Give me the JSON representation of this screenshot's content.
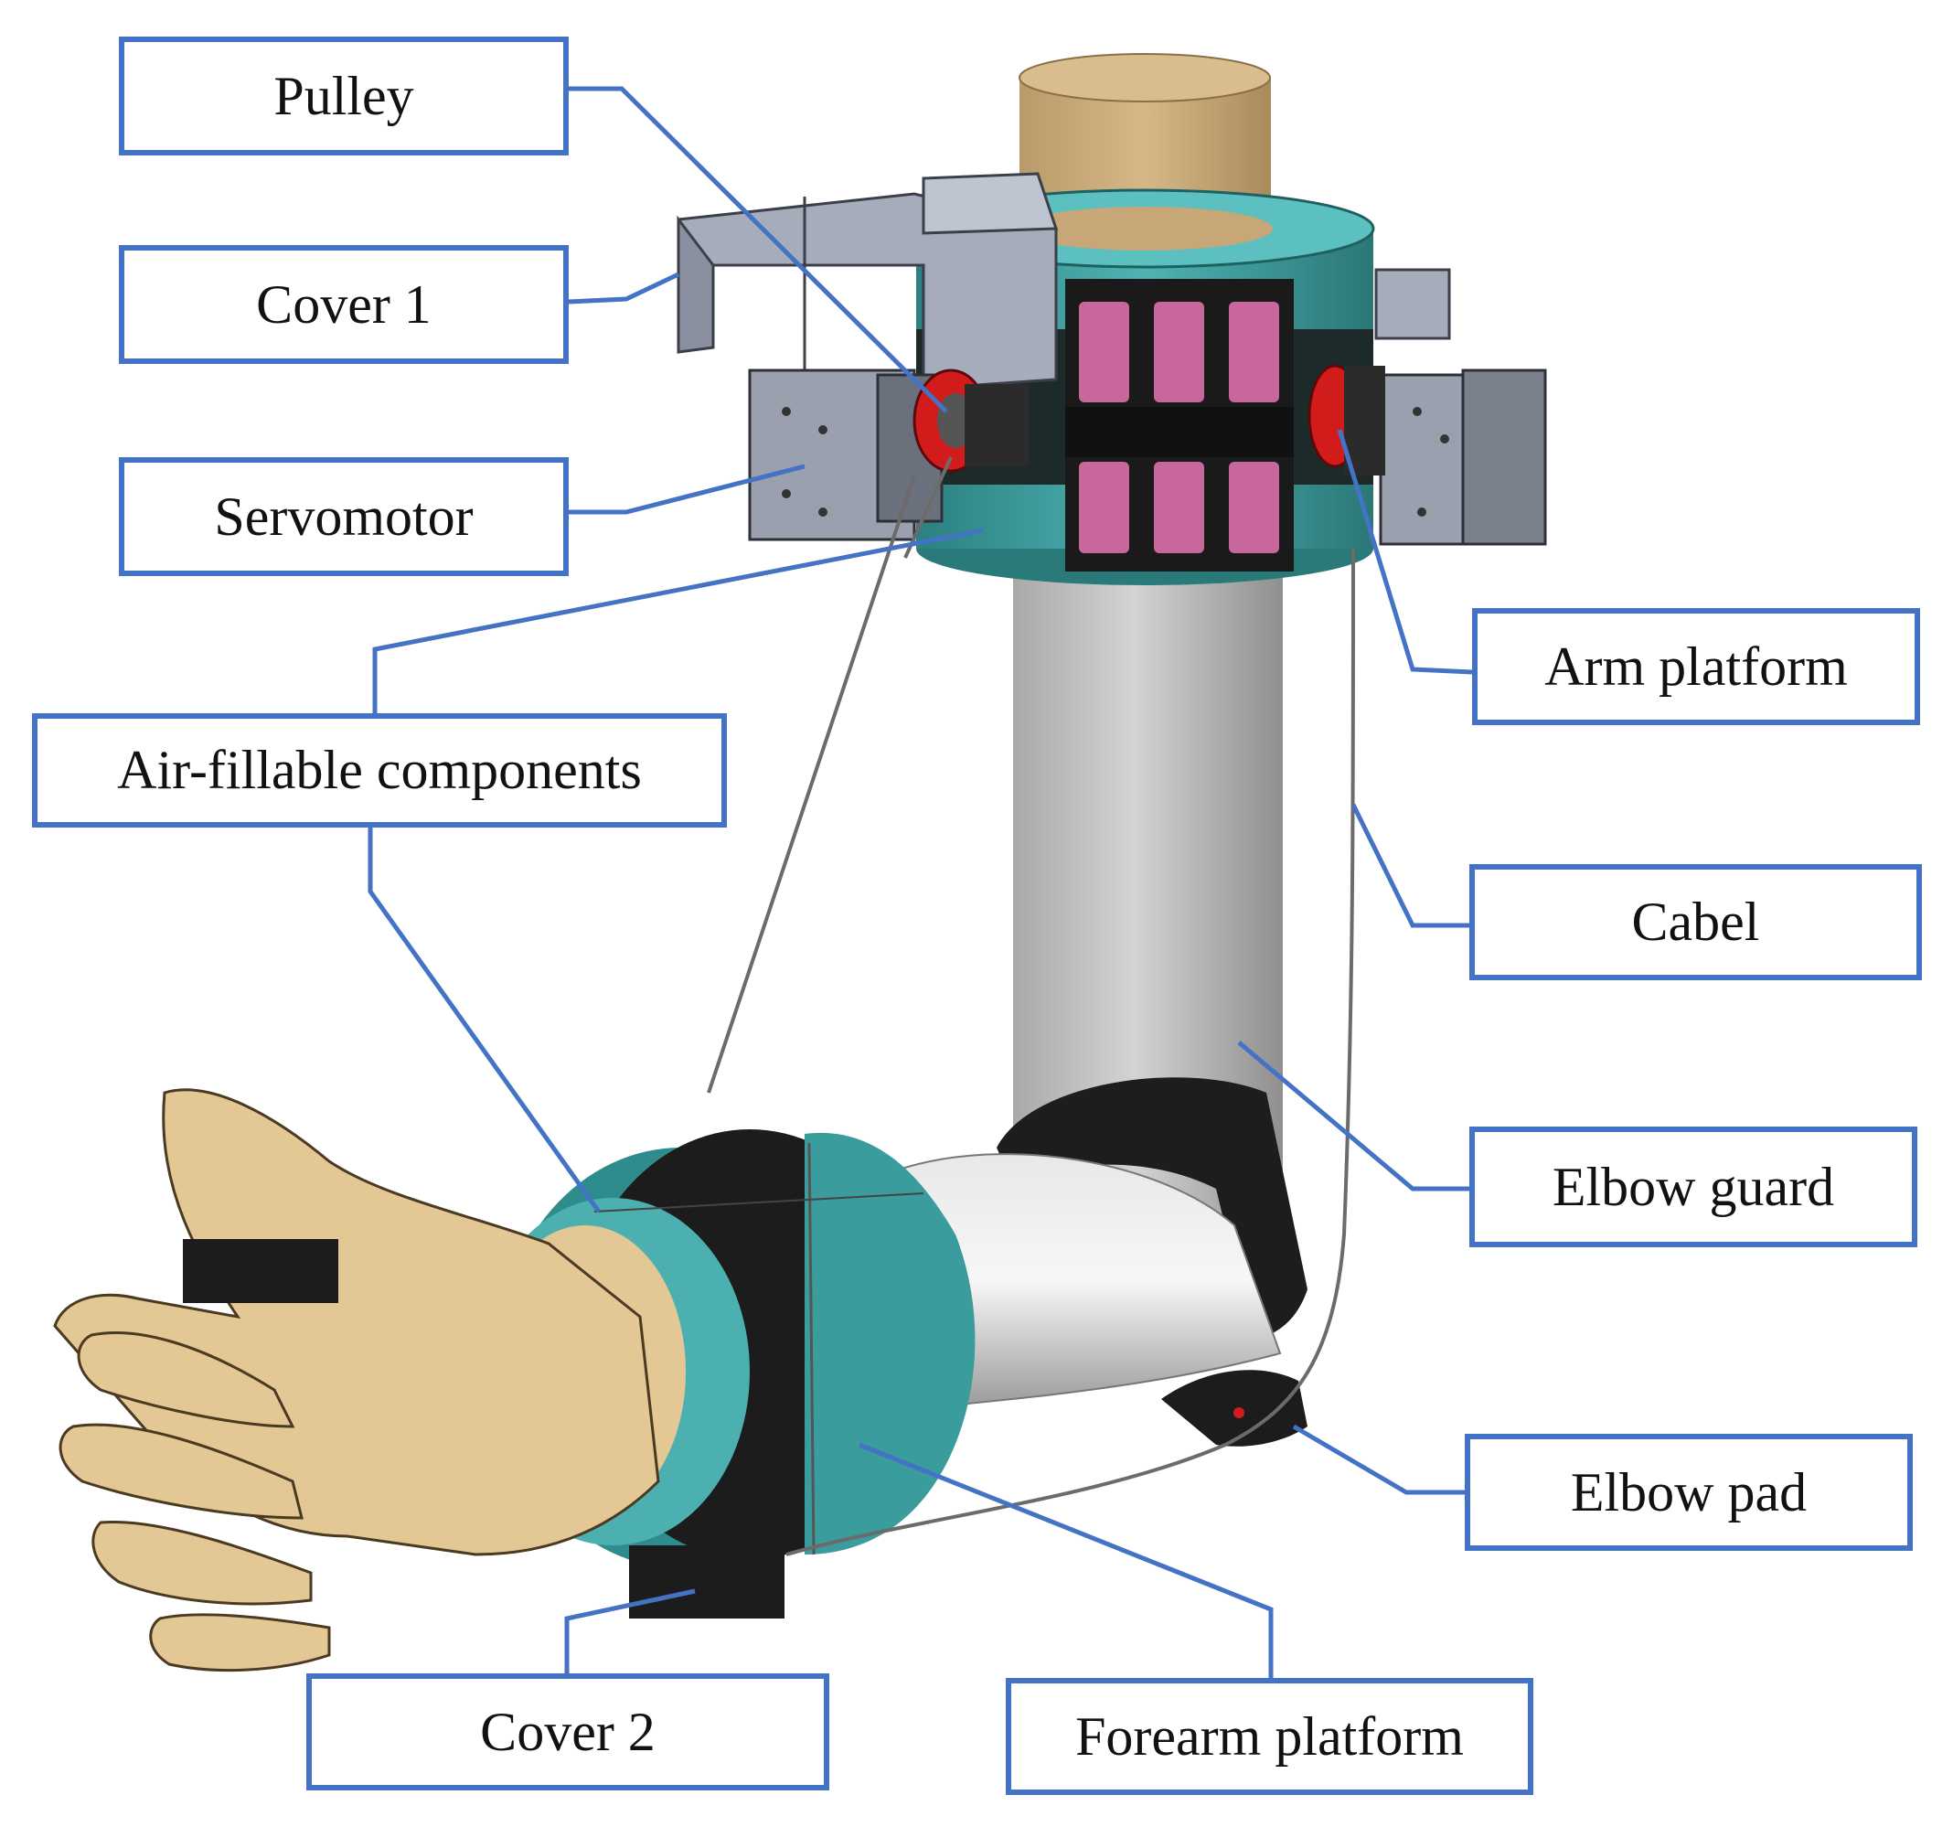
{
  "labels": {
    "pulley": "Pulley",
    "cover1": "Cover 1",
    "servomotor": "Servomotor",
    "air_fillable": "Air-fillable components",
    "arm_platform": "Arm platform",
    "cabel": "Cabel",
    "elbow_guard": "Elbow guard",
    "elbow_pad": "Elbow pad",
    "cover2": "Cover 2",
    "forearm_platform": "Forearm platform"
  },
  "colors": {
    "callout": "#4472C4",
    "teal": "#3a9c9c",
    "skin": "#e3c795",
    "black_parts": "#1c1c1c",
    "servo_grey": "#9aa0ad",
    "red_pulley": "#d21b1b",
    "magenta": "#c7679c"
  }
}
